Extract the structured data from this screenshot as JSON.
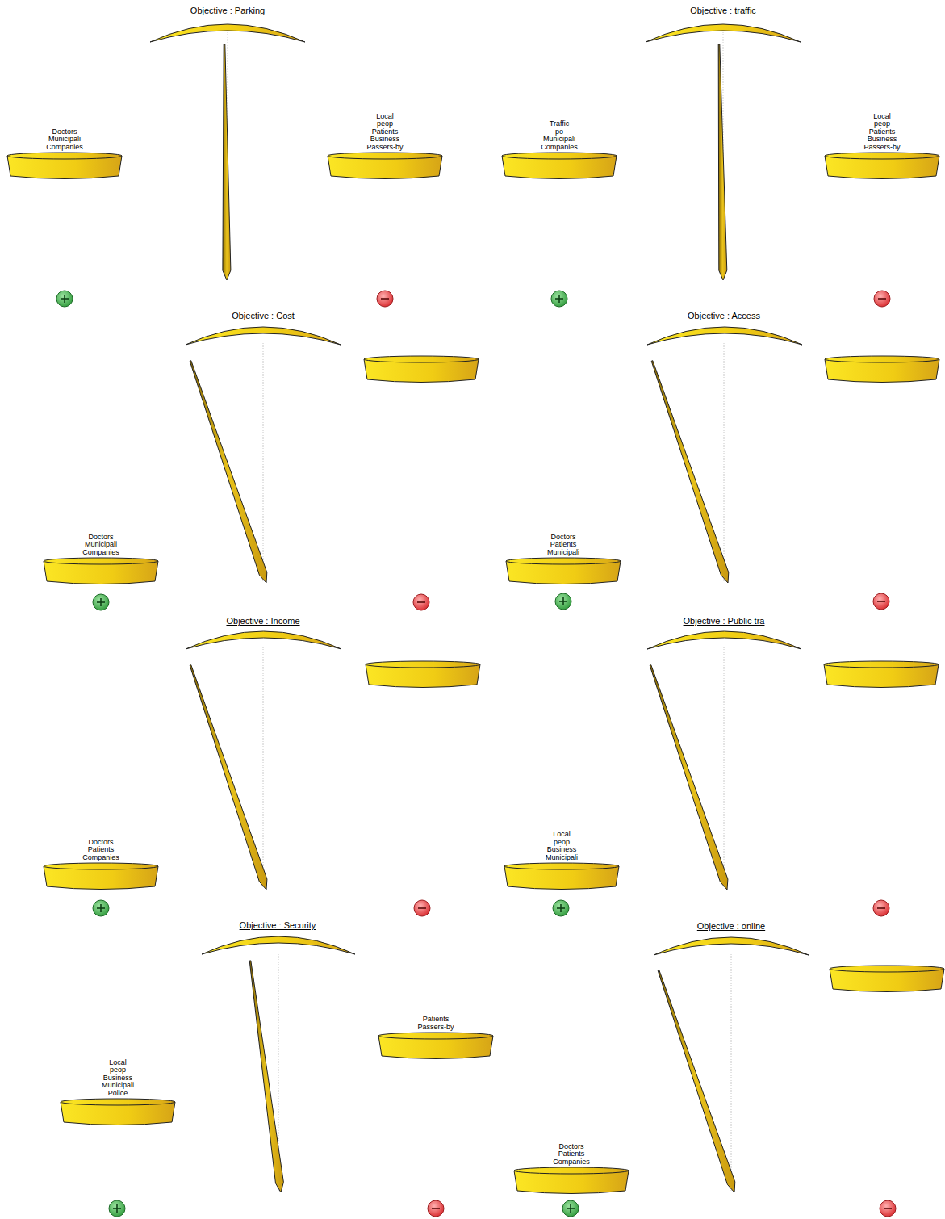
{
  "diagram": {
    "nodes": [
      {
        "text": [
          "Doctors Municipali Companies"
        ]
      },
      {
        "text": [
          "Local peop Patients Business Passers-by"
        ]
      },
      {
        "text": [
          "Traffic po Municipali Companies"
        ]
      },
      {
        "text": [
          "Local peop Patients Business Passers-by"
        ]
      },
      {
        "text": [
          "Doctors Municipali Companies"
        ]
      },
      {
        "text": [
          "Doctors Patients Municipali"
        ]
      },
      {
        "text": [
          "Doctors Patients Companies"
        ]
      },
      {
        "text": [
          "Local peop Business Municipali"
        ]
      },
      {
        "text": [
          "Local peop Business Municipali Police"
        ]
      },
      {
        "text": [
          "Patients Passers-by"
        ]
      },
      {
        "text": [
          "Doctors Patients Companies"
        ]
      }
    ],
    "labels": [
      "Objective : Parking",
      "Objective : traffic",
      "Objective : Cost",
      "Objective : Access",
      "Objective : Income",
      "Objective : Public tra",
      "Objective : Security",
      "Objective : online"
    ]
  }
}
